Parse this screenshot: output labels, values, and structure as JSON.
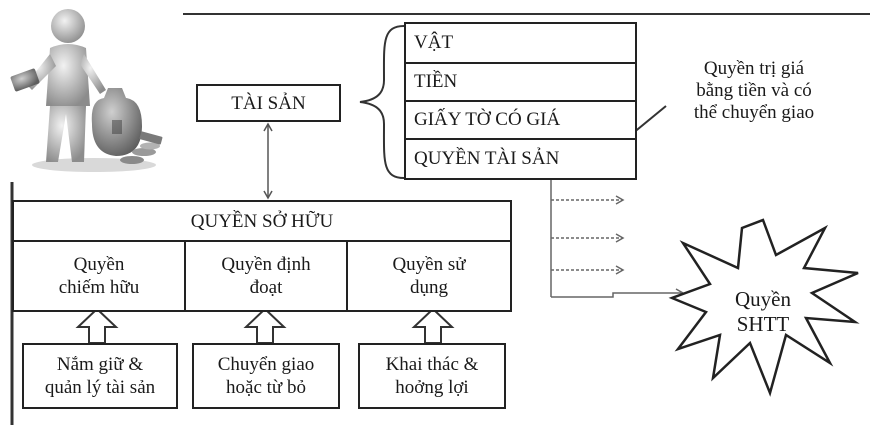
{
  "asset": {
    "label": "TÀI SẢN"
  },
  "asset_types": [
    "VẬT",
    "TIỀN",
    "GIẤY TỜ CÓ GIÁ",
    "QUYỀN TÀI SẢN"
  ],
  "property_right_note": {
    "lines": [
      "Quyền trị giá",
      "bằng tiền và có",
      "thể chuyển giao"
    ]
  },
  "ownership": {
    "title": "QUYỀN SỞ HỮU",
    "rights": [
      {
        "lines": [
          "Quyền",
          "chiếm hữu"
        ]
      },
      {
        "lines": [
          "Quyền định",
          "đoạt"
        ]
      },
      {
        "lines": [
          "Quyền sử",
          "dụng"
        ]
      }
    ]
  },
  "actions": [
    {
      "lines": [
        "Nắm giữ &",
        "quản lý tài sản"
      ]
    },
    {
      "lines": [
        "Chuyển giao",
        "hoặc từ bỏ"
      ]
    },
    {
      "lines": [
        "Khai thác &",
        "hoởng lợi"
      ]
    }
  ],
  "ip_right": {
    "lines": [
      "Quyền",
      "SHTT"
    ]
  },
  "illustration": {
    "icon": "businessman-with-money-bag-icon"
  }
}
